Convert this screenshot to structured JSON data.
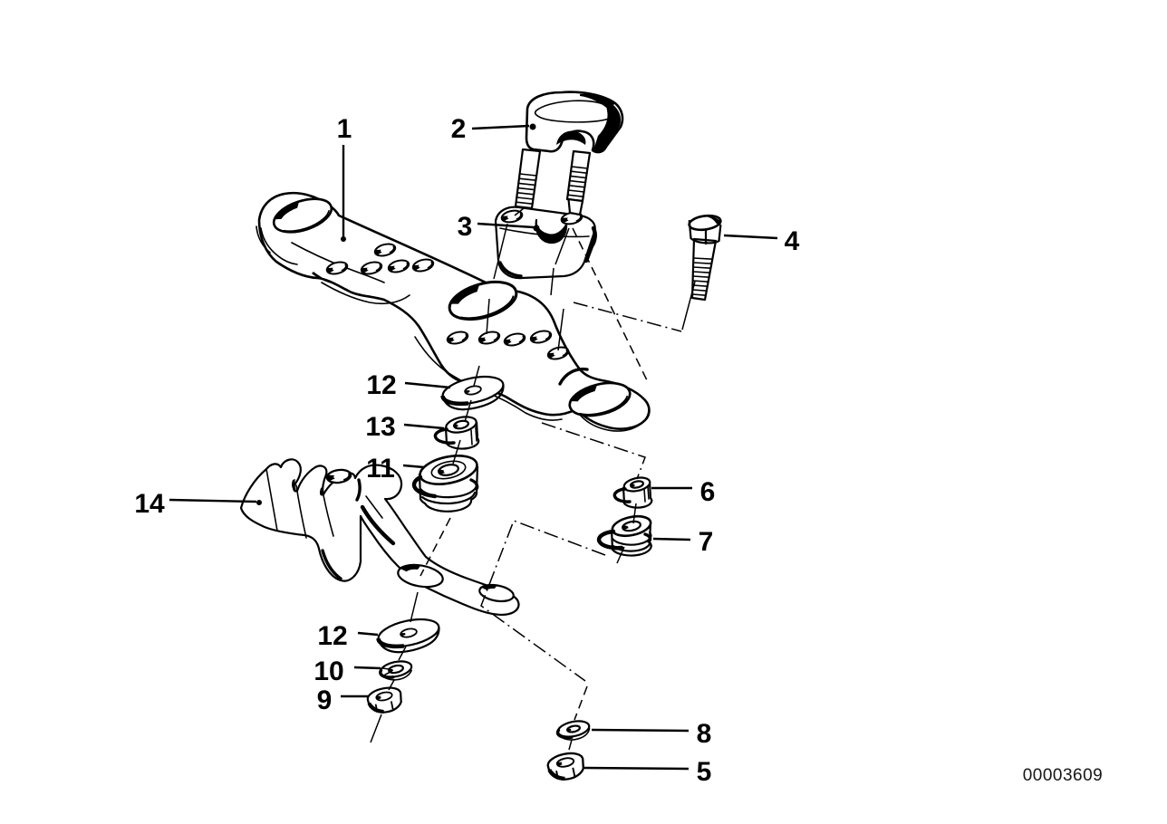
{
  "colors": {
    "line": "#000000",
    "background": "#ffffff"
  },
  "diagram": {
    "id_code": "00003609",
    "callouts": [
      {
        "label": "1"
      },
      {
        "label": "2"
      },
      {
        "label": "3"
      },
      {
        "label": "4"
      },
      {
        "label": "12"
      },
      {
        "label": "13"
      },
      {
        "label": "11"
      },
      {
        "label": "14"
      },
      {
        "label": "6"
      },
      {
        "label": "7"
      },
      {
        "label": "12"
      },
      {
        "label": "10"
      },
      {
        "label": "9"
      },
      {
        "label": "8"
      },
      {
        "label": "5"
      }
    ]
  }
}
